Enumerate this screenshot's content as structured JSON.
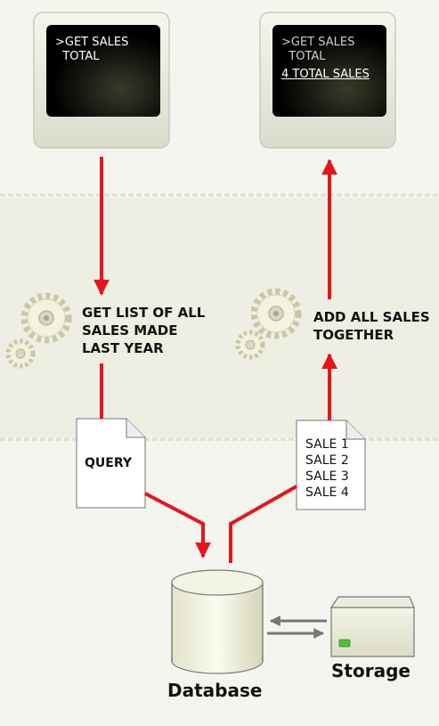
{
  "client_left": {
    "screen_line1": ">GET SALES",
    "screen_line2": "  TOTAL"
  },
  "client_right": {
    "screen_line1": ">GET SALES",
    "screen_line2": "  TOTAL",
    "screen_line3": "4 TOTAL SALES"
  },
  "steps": {
    "query_step": [
      "GET LIST OF ALL",
      "SALES MADE",
      "LAST YEAR"
    ],
    "sum_step": [
      "ADD ALL SALES",
      "TOGETHER"
    ]
  },
  "documents": {
    "query_label": "QUERY",
    "sales": [
      "SALE 1",
      "SALE 2",
      "SALE 3",
      "SALE 4"
    ]
  },
  "labels": {
    "database": "Database",
    "storage": "Storage"
  },
  "colors": {
    "arrow": "#e8141b",
    "tier_band": "#eeeee2",
    "background": "#f5f5ef",
    "storage_led": "#4ec23a",
    "storage_arrow": "#777777"
  },
  "icons": [
    "monitor-icon",
    "gear-icon",
    "document-icon",
    "database-icon",
    "storage-drive-icon"
  ]
}
